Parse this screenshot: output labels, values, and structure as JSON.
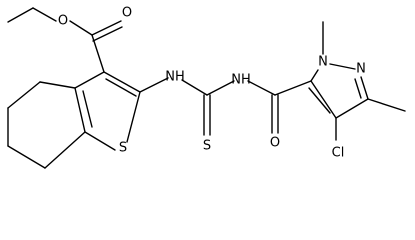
{
  "diagram": {
    "type": "chemical-structure",
    "atoms": {
      "o_carbonyl_ester": "O",
      "o_ester": "O",
      "s_thiophene": "S",
      "nh_1": "NH",
      "nh_2": "NH",
      "s_thioxo": "S",
      "o_amide": "O",
      "n_pyrazole_1": "N",
      "n_pyrazole_2": "N",
      "cl": "Cl"
    }
  }
}
